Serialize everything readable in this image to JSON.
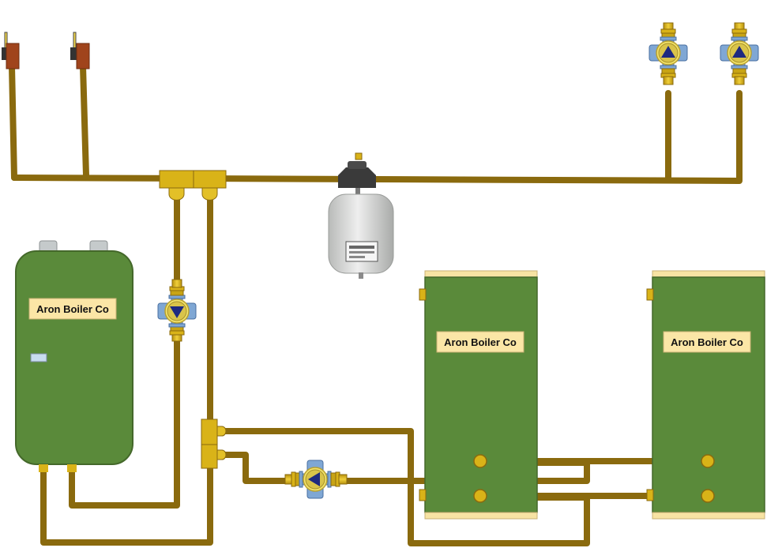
{
  "boiler": {
    "label": "Aron Boiler Co"
  },
  "tanks": [
    {
      "label": "Aron Boiler Co"
    },
    {
      "label": "Aron Boiler Co"
    }
  ],
  "colors": {
    "pipe": "#8a6a0e",
    "pipe_dark": "#6b5109",
    "tank_green": "#5a8a3a",
    "tank_border": "#44682a",
    "label_bg": "#fbe6a6",
    "cap_cream": "#f7e3a3",
    "fitting_brass": "#d9b318",
    "pump_blue": "#7fa7d4",
    "pump_ring": "#f2e36b",
    "pump_arrow": "#1e2a80",
    "valve_red": "#a0441c",
    "expansion_tank": "#d2d4d2"
  },
  "icons": [
    "pump-icon",
    "ball-valve-icon",
    "expansion-tank-icon",
    "boiler-icon",
    "storage-tank-icon"
  ]
}
